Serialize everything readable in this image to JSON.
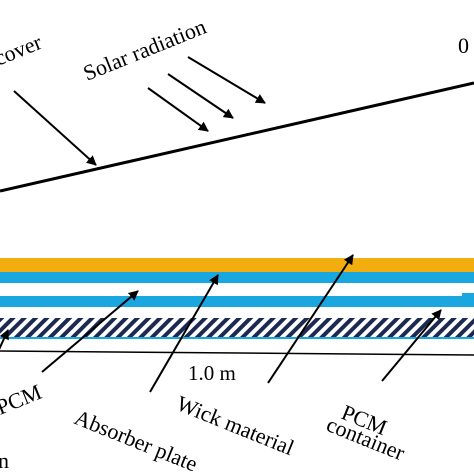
{
  "labels": {
    "glass_cover": "cover",
    "solar_radiation": "Solar radiation",
    "corner_value": "0",
    "pcm": "PCM",
    "absorber_plate": "Absorber plate",
    "wick_material": "Wick material",
    "pcm_container_line1": "PCM",
    "pcm_container_line2": "container",
    "length": "1.0 m",
    "cut_off_char": "n"
  },
  "colors": {
    "background": "#ffffff",
    "wick_layer": "#f2ae0f",
    "absorber_layer": "#1aa6df",
    "lower_layer": "#1aa6df",
    "hatch": "#1c2a52",
    "line": "#000000"
  }
}
